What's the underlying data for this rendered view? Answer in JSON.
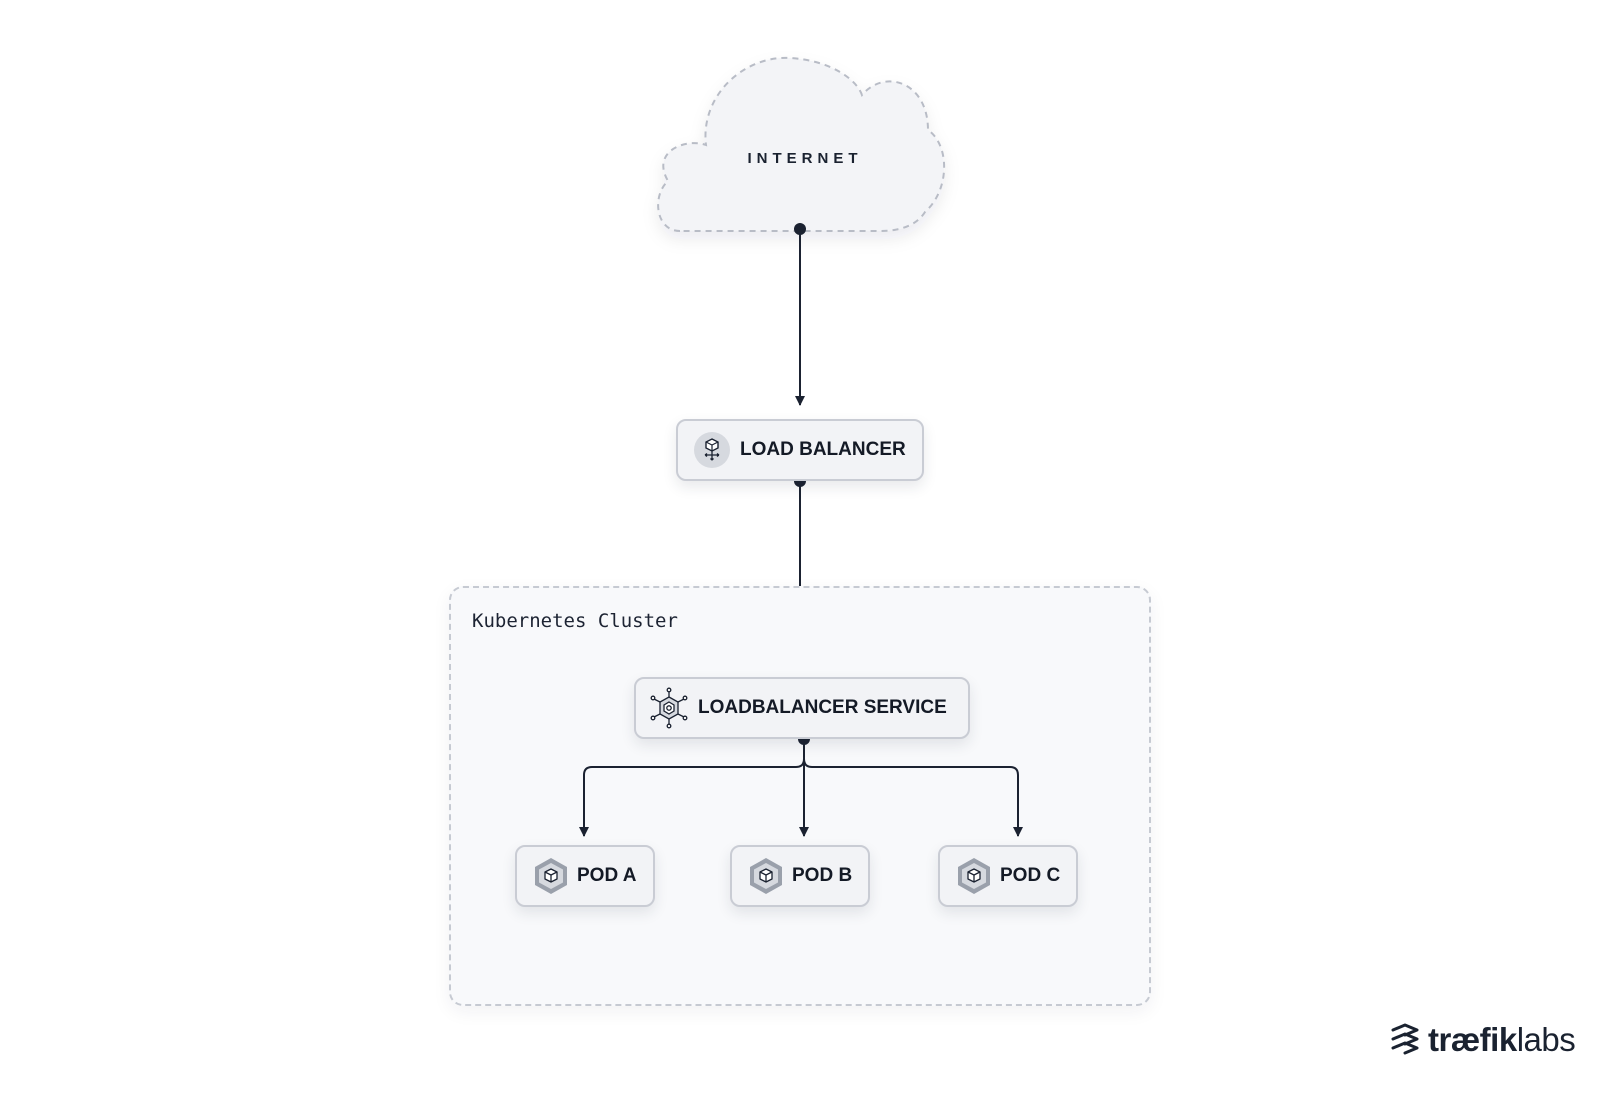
{
  "cloud": {
    "label": "INTERNET"
  },
  "load_balancer": {
    "label": "LOAD BALANCER",
    "icon": "load-balancer-icon"
  },
  "cluster": {
    "label": "Kubernetes Cluster"
  },
  "service": {
    "label": "LOADBALANCER SERVICE",
    "icon": "service-hub-icon"
  },
  "pods": [
    {
      "label": "POD A",
      "icon": "pod-cube-icon"
    },
    {
      "label": "POD B",
      "icon": "pod-cube-icon"
    },
    {
      "label": "POD C",
      "icon": "pod-cube-icon"
    }
  ],
  "logo": {
    "part1": "træfik",
    "part2": "labs"
  },
  "colors": {
    "line": "#1b2231",
    "node_fill": "#f2f3f6",
    "node_border": "#c9ccd4",
    "cluster_fill": "#f8f9fb",
    "dash_border": "#c6cad2"
  }
}
